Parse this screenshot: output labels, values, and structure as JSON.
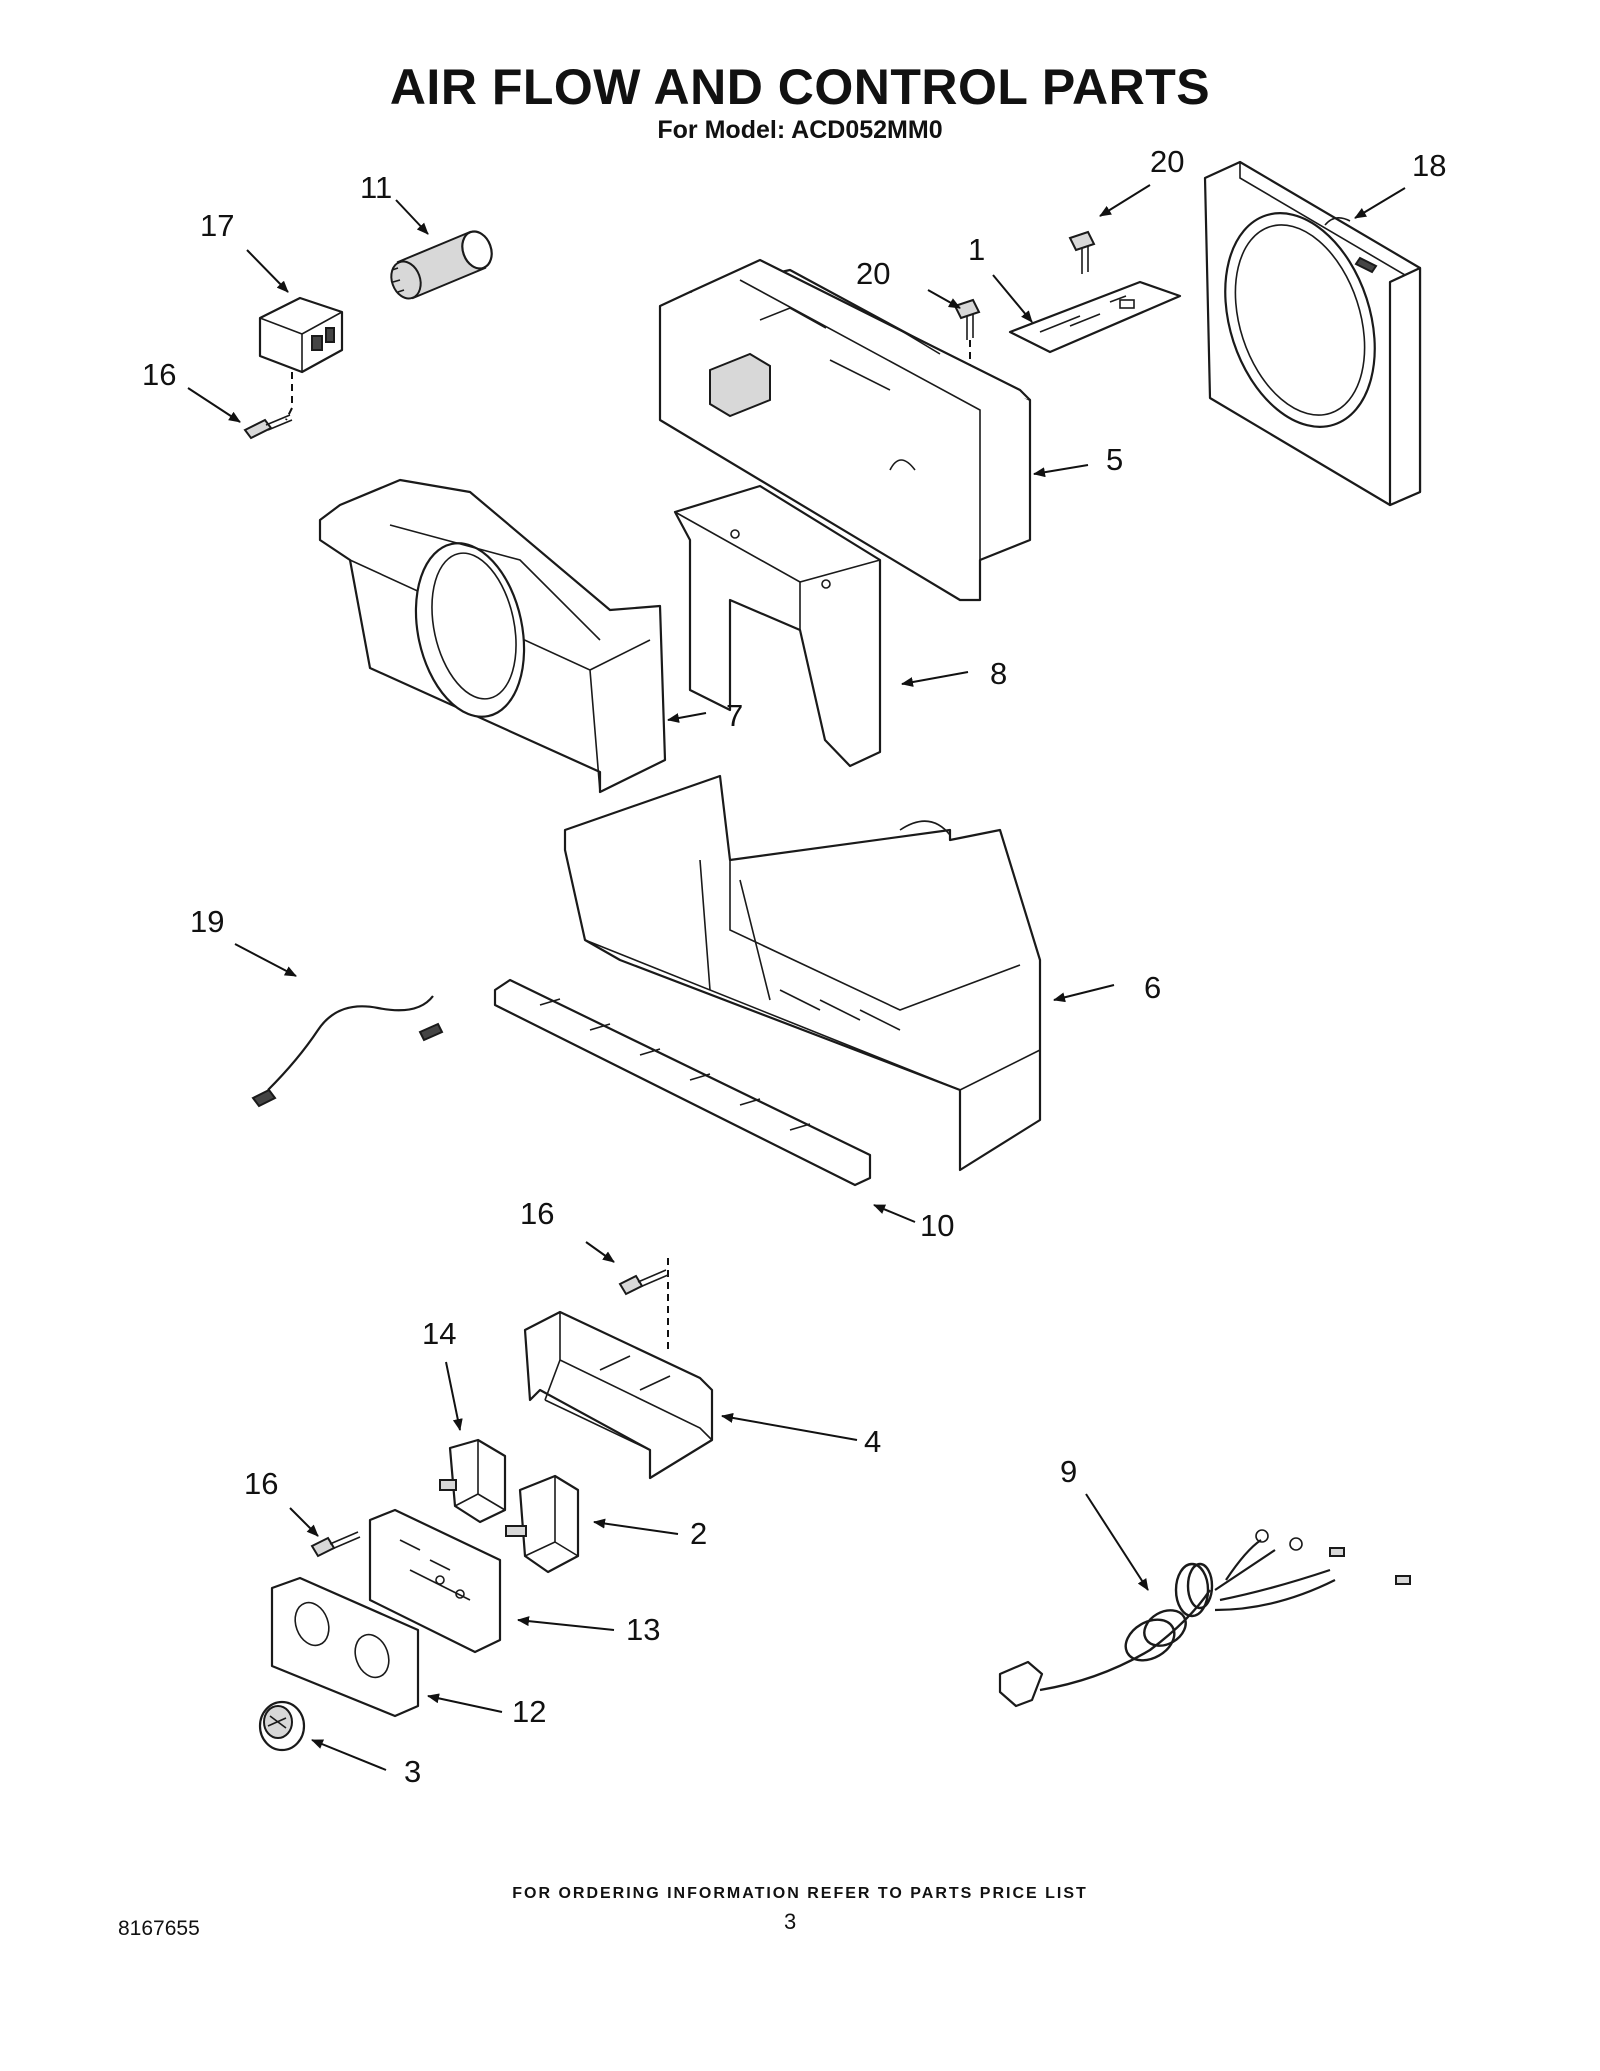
{
  "header": {
    "title": "AIR FLOW AND CONTROL PARTS",
    "subtitle": "For Model: ACD052MM0"
  },
  "callouts": [
    {
      "id": "c20a",
      "label": "20"
    },
    {
      "id": "c18",
      "label": "18"
    },
    {
      "id": "c11",
      "label": "11"
    },
    {
      "id": "c17",
      "label": "17"
    },
    {
      "id": "c1",
      "label": "1"
    },
    {
      "id": "c20b",
      "label": "20"
    },
    {
      "id": "c16a",
      "label": "16"
    },
    {
      "id": "c5",
      "label": "5"
    },
    {
      "id": "c8",
      "label": "8"
    },
    {
      "id": "c7",
      "label": "7"
    },
    {
      "id": "c19",
      "label": "19"
    },
    {
      "id": "c6",
      "label": "6"
    },
    {
      "id": "c16b",
      "label": "16"
    },
    {
      "id": "c10",
      "label": "10"
    },
    {
      "id": "c14",
      "label": "14"
    },
    {
      "id": "c4",
      "label": "4"
    },
    {
      "id": "c16c",
      "label": "16"
    },
    {
      "id": "c9",
      "label": "9"
    },
    {
      "id": "c2",
      "label": "2"
    },
    {
      "id": "c13",
      "label": "13"
    },
    {
      "id": "c12",
      "label": "12"
    },
    {
      "id": "c3",
      "label": "3"
    }
  ],
  "footer": {
    "ordering_note": "FOR ORDERING INFORMATION REFER TO PARTS PRICE LIST",
    "doc_number": "8167655",
    "page_number": "3"
  }
}
